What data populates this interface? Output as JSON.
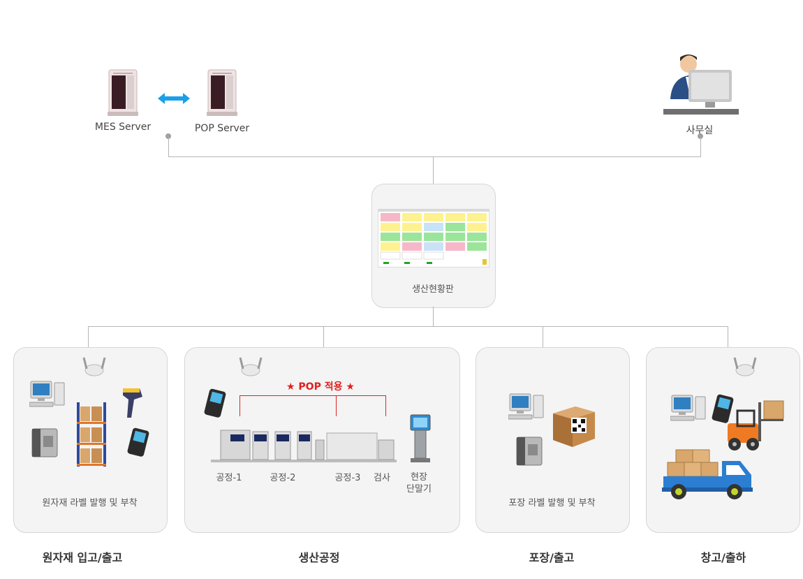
{
  "top": {
    "mes_server": "MES Server",
    "pop_server": "POP Server",
    "office": "사무실"
  },
  "dashboard": {
    "caption": "생산현황판"
  },
  "panels": {
    "raw": {
      "caption": "원자재 라벨 발행 및 부착",
      "title": "원자재 입고/출고"
    },
    "production": {
      "title": "생산공정",
      "pop_label": "★ POP 적용 ★",
      "stations": [
        "공정-1",
        "공정-2",
        "공정-3",
        "검사"
      ],
      "terminal": [
        "현장",
        "단말기"
      ]
    },
    "packing": {
      "caption": "포장 라벨 발행 및 부착",
      "title": "포장/출고"
    },
    "warehouse": {
      "title": "창고/출하"
    }
  },
  "colors": {
    "line": "#b5b5b5",
    "pop_accent": "#e02020",
    "arrow": "#1aa0e8",
    "panel_bg": "#f4f4f4"
  },
  "icons": [
    "server-icon",
    "double-arrow-icon",
    "office-worker-icon",
    "wifi-ap-icon",
    "desktop-pc-icon",
    "barcode-scanner-icon",
    "label-printer-icon",
    "shelving-rack-icon",
    "handheld-terminal-icon",
    "smt-line-icon",
    "kiosk-terminal-icon",
    "qr-box-icon",
    "forklift-icon",
    "delivery-truck-icon"
  ]
}
